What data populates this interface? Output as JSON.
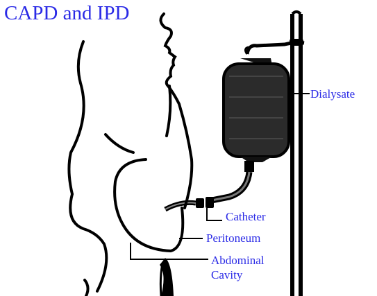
{
  "title": "CAPD and IPD",
  "labels": {
    "dialysate": "Dialysate",
    "catheter": "Catheter",
    "peritoneum": "Peritoneum",
    "abdominal_cavity_line1": "Abdominal",
    "abdominal_cavity_line2": "Cavity"
  },
  "colors": {
    "label_text": "#2a2ae6",
    "line_art": "#000000",
    "background": "#ffffff"
  }
}
